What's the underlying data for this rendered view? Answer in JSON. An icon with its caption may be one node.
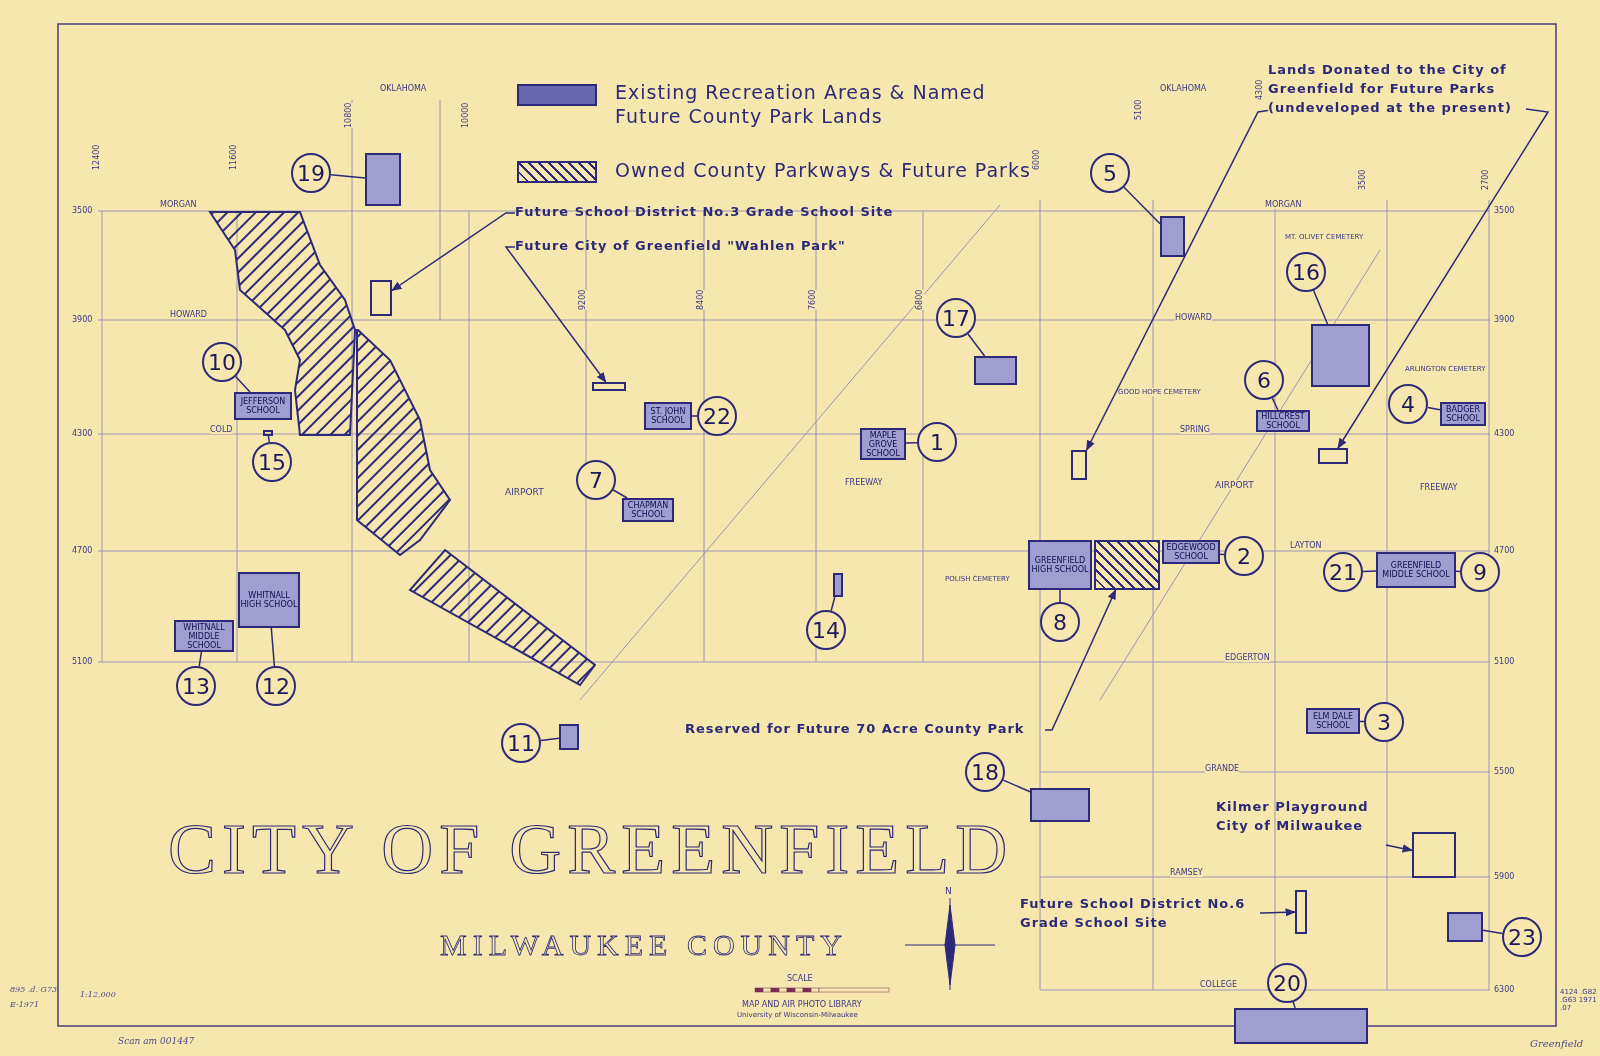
{
  "diagram": {
    "title": "CITY OF GREENFIELD",
    "nodes": [
      {
        "text": [
          "Future School District No.3 Grade School Site"
        ]
      },
      {
        "text": [
          "Future City of Greenfield \"Wahlen Park\""
        ]
      },
      {
        "text": [
          "Lands Donated to the City of Greenfield for Future Parks (undeveloped at the present)"
        ]
      },
      {
        "text": [
          "19"
        ]
      },
      {
        "text": [],
        "shape": "box"
      },
      {
        "text": [
          "5"
        ]
      },
      {
        "text": [],
        "shape": "box"
      },
      {
        "text": [],
        "shape": "box"
      },
      {
        "text": [
          "16"
        ]
      },
      {
        "text": [],
        "shape": "box"
      },
      {
        "text": [
          "17"
        ]
      },
      {
        "text": [],
        "shape": "box"
      },
      {
        "text": [],
        "shape": "box"
      },
      {
        "text": [
          "10"
        ]
      },
      {
        "text": [
          "JEFFERSON SCHOOL"
        ]
      },
      {
        "text": [
          "22"
        ]
      },
      {
        "text": [
          "ST. JOHN SCHOOL"
        ]
      },
      {
        "text": [
          "6"
        ]
      },
      {
        "text": [
          "HILLCREST SCHOOL"
        ]
      },
      {
        "text": [
          "4"
        ]
      },
      {
        "text": [
          "BADGER SCHOOL"
        ]
      },
      {
        "text": [
          "15"
        ]
      },
      {
        "text": [
          "1"
        ]
      },
      {
        "text": [
          "MAPLE GROVE SCHOOL"
        ]
      },
      {
        "text": [],
        "shape": "box"
      },
      {
        "text": [],
        "shape": "box"
      },
      {
        "text": [
          "7"
        ]
      },
      {
        "text": [
          "CHAPMAN SCHOOL"
        ]
      },
      {
        "text": [
          "GREENFIELD HIGH SCHOOL"
        ]
      },
      {
        "text": [],
        "shape": "box"
      },
      {
        "text": [
          "EDGEWOOD SCHOOL"
        ]
      },
      {
        "text": [
          "2"
        ]
      },
      {
        "text": [
          "GREENFIELD MIDDLE SCHOOL"
        ]
      },
      {
        "text": [
          "21"
        ]
      },
      {
        "text": [
          "9"
        ]
      },
      {
        "text": [
          "WHITNALL HIGH SCHOOL"
        ]
      },
      {
        "text": [
          "WHITNALL MIDDLE SCHOOL"
        ]
      },
      {
        "text": [],
        "shape": "box"
      },
      {
        "text": [
          "14"
        ]
      },
      {
        "text": [
          "8"
        ]
      },
      {
        "text": [
          "13"
        ]
      },
      {
        "text": [
          "12"
        ]
      },
      {
        "text": [
          "11"
        ]
      },
      {
        "text": [],
        "shape": "box"
      },
      {
        "text": [
          "Reserved for Future 70 Acre County Park"
        ]
      },
      {
        "text": [
          "3"
        ]
      },
      {
        "text": [
          "ELM DALE SCHOOL"
        ]
      },
      {
        "text": [
          "18"
        ]
      },
      {
        "text": [],
        "shape": "box"
      },
      {
        "text": [
          "Kilmer Playground City of Milwaukee"
        ]
      },
      {
        "text": [],
        "shape": "box"
      },
      {
        "text": [
          "Future School District No.6 Grade School Site"
        ]
      },
      {
        "text": [],
        "shape": "box"
      },
      {
        "text": [
          "23"
        ]
      },
      {
        "text": [],
        "shape": "box"
      },
      {
        "text": [
          "20"
        ]
      },
      {
        "text": [],
        "shape": "box"
      },
      {
        "text": [],
        "shape": "box"
      }
    ],
    "edges": [
      {
        "from": 0,
        "to": 7,
        "arrow": "to"
      },
      {
        "from": 1,
        "to": 12,
        "arrow": "to"
      },
      {
        "from": 2,
        "to": 24,
        "arrow": "to"
      },
      {
        "from": 2,
        "to": 25,
        "arrow": "to"
      },
      {
        "from": 3,
        "to": 4,
        "arrow": "none"
      },
      {
        "from": 5,
        "to": 6,
        "arrow": "none"
      },
      {
        "from": 8,
        "to": 9,
        "arrow": "none"
      },
      {
        "from": 10,
        "to": 11,
        "arrow": "none"
      },
      {
        "from": 13,
        "to": 14,
        "arrow": "none"
      },
      {
        "from": 15,
        "to": 16,
        "arrow": "none"
      },
      {
        "from": 17,
        "to": 18,
        "arrow": "none"
      },
      {
        "from": 19,
        "to": 20,
        "arrow": "none"
      },
      {
        "from": 21,
        "to": 57,
        "arrow": "none"
      },
      {
        "from": 22,
        "to": 23,
        "arrow": "none"
      },
      {
        "from": 26,
        "to": 27,
        "arrow": "none"
      },
      {
        "from": 39,
        "to": 28,
        "arrow": "none"
      },
      {
        "from": 44,
        "to": 29,
        "arrow": "to"
      },
      {
        "from": 31,
        "to": 30,
        "arrow": "none"
      },
      {
        "from": 33,
        "to": 32,
        "arrow": "none"
      },
      {
        "from": 34,
        "to": 32,
        "arrow": "none"
      },
      {
        "from": 41,
        "to": 35,
        "arrow": "none"
      },
      {
        "from": 40,
        "to": 36,
        "arrow": "none"
      },
      {
        "from": 38,
        "to": 37,
        "arrow": "none"
      },
      {
        "from": 42,
        "to": 43,
        "arrow": "none"
      },
      {
        "from": 45,
        "to": 46,
        "arrow": "none"
      },
      {
        "from": 47,
        "to": 48,
        "arrow": "none"
      },
      {
        "from": 49,
        "to": 50,
        "arrow": "to"
      },
      {
        "from": 51,
        "to": 52,
        "arrow": "to"
      },
      {
        "from": 53,
        "to": 54,
        "arrow": "none"
      },
      {
        "from": 55,
        "to": 56,
        "arrow": "none"
      }
    ],
    "labels": [
      "12400",
      "11600",
      "10800",
      "10000",
      "9200",
      "8400",
      "7600",
      "6800",
      "6000",
      "5100",
      "4300",
      "3500",
      "2700",
      "3500",
      "3900",
      "4300",
      "4700",
      "5100",
      "3500",
      "3900",
      "4300",
      "4700",
      "5100",
      "5500",
      "5900",
      "6300",
      "OKLAHOMA",
      "OKLAHOMA",
      "MORGAN",
      "MORGAN",
      "HOWARD",
      "HOWARD",
      "COLD",
      "SPRING",
      "LAYTON",
      "EDGERTON",
      "GRANDE",
      "RAMSEY",
      "COLLEGE",
      "AIRPORT",
      "AIRPORT",
      "FREEWAY",
      "FREEWAY",
      "GOOD HOPE CEMETERY",
      "MT. OLIVET CEMETERY",
      "ARLINGTON CEMETERY",
      "POLISH CEMETERY",
      "MILWAUKEE COUNTY",
      "N",
      "SCALE",
      "MAP AND AIR PHOTO LIBRARY",
      "University of Wisconsin-Milwaukee",
      "895 .d. G73",
      "E-1971",
      "1:12,000",
      "Scan am 001447",
      "4124 .G82 .G63 1971 .07",
      "Greenfield"
    ],
    "legend": [
      {
        "text": "Existing Recreation Areas & Named Future County Park Lands",
        "color": "#6a68b0"
      },
      {
        "text": "Owned County Parkways & Future Parks"
      }
    ]
  }
}
